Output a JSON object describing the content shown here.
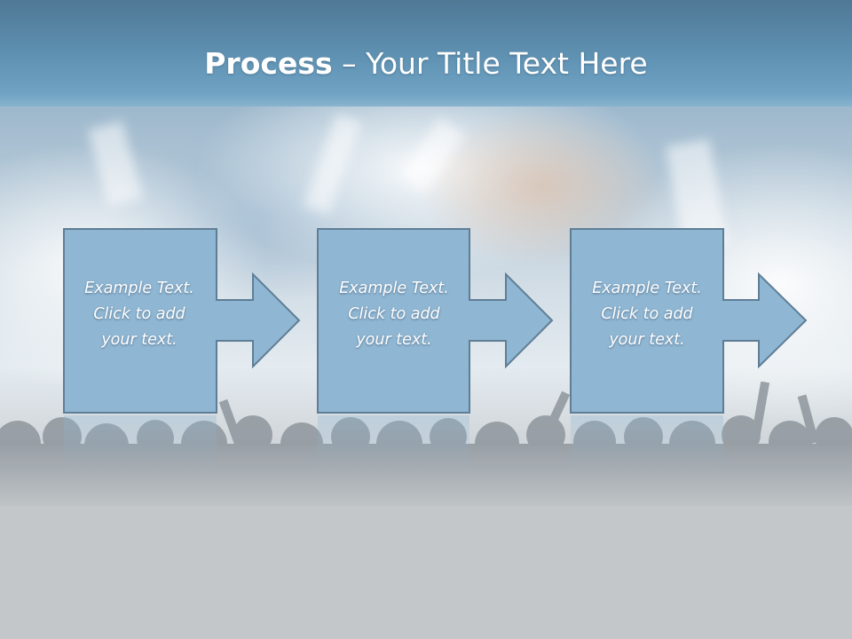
{
  "slide": {
    "title_bold": "Process",
    "title_rest": " – Your Title Text Here"
  },
  "steps": [
    {
      "lines": [
        "Example Text.",
        "Click  to add",
        "your text."
      ]
    },
    {
      "lines": [
        "Example Text.",
        "Click  to add",
        "your text."
      ]
    },
    {
      "lines": [
        "Example Text.",
        "Click  to add",
        "your text."
      ]
    }
  ],
  "colors": {
    "box_fill": "#8fb6d2",
    "box_stroke": "#5f7e96",
    "title_text": "#ffffff",
    "header_band": "#5f91b2"
  }
}
